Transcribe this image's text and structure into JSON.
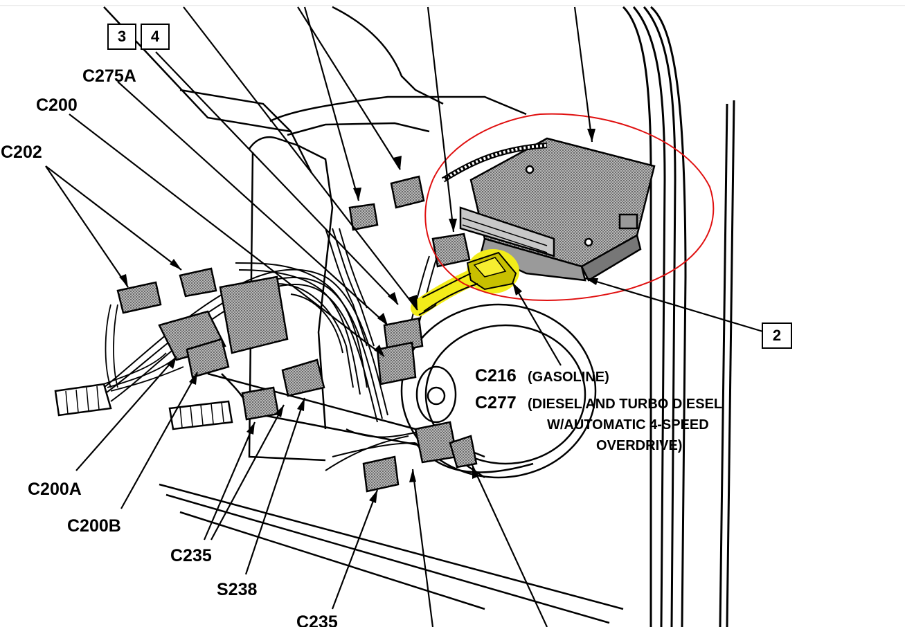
{
  "callout_boxes": {
    "a": "3",
    "b": "4",
    "c": "2"
  },
  "labels": {
    "c275a": "C275A",
    "c200": "C200",
    "c202": "C202",
    "c200a": "C200A",
    "c200b": "C200B",
    "c235_left": "C235",
    "s238": "S238",
    "c235_bottom": "C235",
    "c216_code": "C216",
    "c216_note": "(GASOLINE)",
    "c277_code": "C277",
    "c277_note_line1": "(DIESEL AND TURBO DIESEL",
    "c277_note_line2": "W/AUTOMATIC 4-SPEED",
    "c277_note_line3": "OVERDRIVE)"
  },
  "colors": {
    "line": "#000000",
    "annotation_circle": "#e01010",
    "highlight": "#f2ec1a",
    "connector_fill": "#8a8a8a"
  }
}
